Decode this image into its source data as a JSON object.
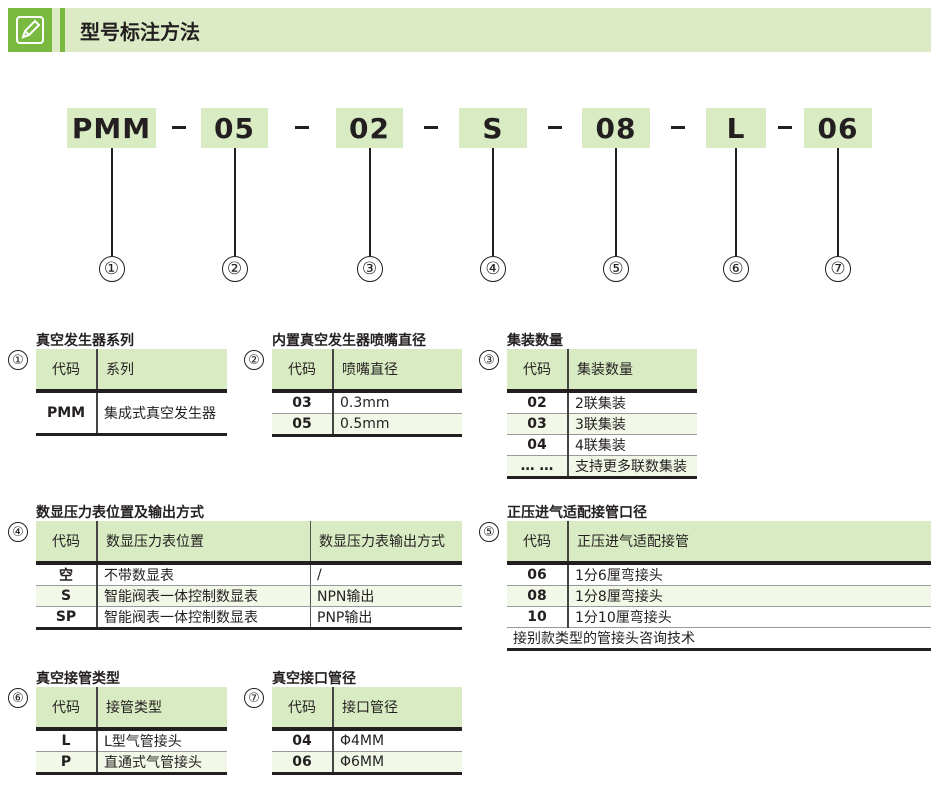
{
  "header": {
    "title": "型号标注方法",
    "icon": "pencil-icon"
  },
  "codes": [
    "PMM",
    "05",
    "02",
    "S",
    "08",
    "L",
    "06"
  ],
  "circles": [
    "①",
    "②",
    "③",
    "④",
    "⑤",
    "⑥",
    "⑦"
  ],
  "t1": {
    "num": "①",
    "title": "真空发生器系列",
    "h": [
      "代码",
      "系列"
    ],
    "rows": [
      [
        "PMM",
        "集成式真空发生器"
      ]
    ]
  },
  "t2": {
    "num": "②",
    "title": "内置真空发生器喷嘴直径",
    "h": [
      "代码",
      "喷嘴直径"
    ],
    "rows": [
      [
        "03",
        "0.3mm"
      ],
      [
        "05",
        "0.5mm"
      ]
    ]
  },
  "t3": {
    "num": "③",
    "title": "集装数量",
    "h": [
      "代码",
      "集装数量"
    ],
    "rows": [
      [
        "02",
        "2联集装"
      ],
      [
        "03",
        "3联集装"
      ],
      [
        "04",
        "4联集装"
      ],
      [
        "… …",
        "支持更多联数集装"
      ]
    ]
  },
  "t4": {
    "num": "④",
    "title": "数显压力表位置及输出方式",
    "h": [
      "代码",
      "数显压力表位置",
      "数显压力表输出方式"
    ],
    "rows": [
      [
        "空",
        "不带数显表",
        "/"
      ],
      [
        "S",
        "智能阀表一体控制数显表",
        "NPN输出"
      ],
      [
        "SP",
        "智能阀表一体控制数显表",
        "PNP输出"
      ]
    ]
  },
  "t5": {
    "num": "⑤",
    "title": "正压进气适配接管口径",
    "h": [
      "代码",
      "正压进气适配接管"
    ],
    "rows": [
      [
        "06",
        "1分6厘弯接头"
      ],
      [
        "08",
        "1分8厘弯接头"
      ],
      [
        "10",
        "1分10厘弯接头"
      ]
    ],
    "note": "接别款类型的管接头咨询技术"
  },
  "t6": {
    "num": "⑥",
    "title": "真空接管类型",
    "h": [
      "代码",
      "接管类型"
    ],
    "rows": [
      [
        "L",
        "L型气管接头"
      ],
      [
        "P",
        "直通式气管接头"
      ]
    ]
  },
  "t7": {
    "num": "⑦",
    "title": "真空接口管径",
    "h": [
      "代码",
      "接口管径"
    ],
    "rows": [
      [
        "04",
        "Φ4MM"
      ],
      [
        "06",
        "Φ6MM"
      ]
    ]
  }
}
